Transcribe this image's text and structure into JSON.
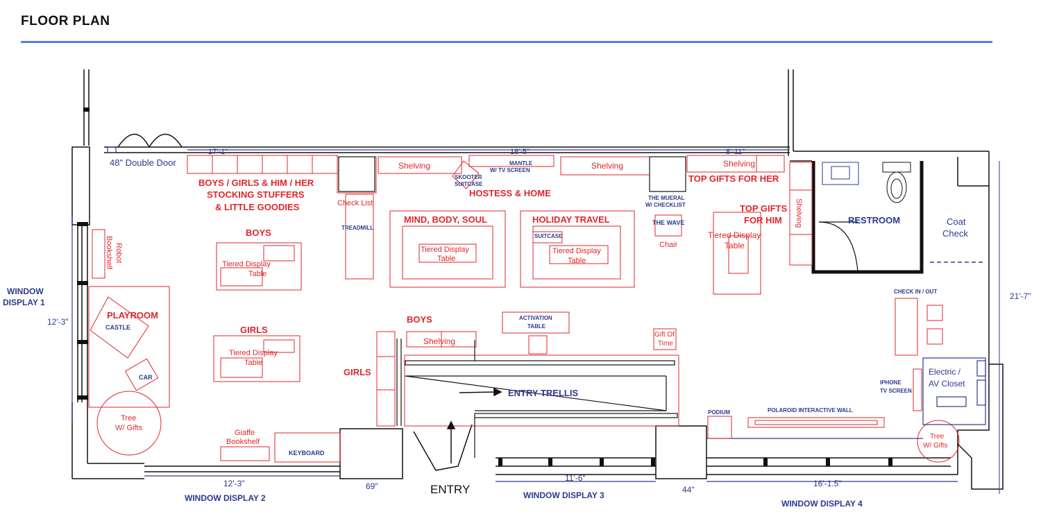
{
  "header": {
    "title": "FLOOR PLAN"
  },
  "doors": {
    "double_door": "48\" Double Door"
  },
  "dimensions": {
    "top_left": "17'-1\"",
    "top_mid": "18'-5\"",
    "top_right": "8'-11\"",
    "left_side": "12'-3\"",
    "right_side": "21'-7\"",
    "bottom_1": "12'-3\"",
    "bottom_2": "69\"",
    "bottom_3": "11'-6\"",
    "bottom_4": "44\"",
    "bottom_5": "16'-1.5\""
  },
  "windows": {
    "w1_line1": "WINDOW",
    "w1_line2": "DISPLAY 1",
    "w2": "WINDOW DISPLAY 2",
    "w3": "WINDOW DISPLAY 3",
    "w4": "WINDOW DISPLAY 4"
  },
  "sections": {
    "stocking_1": "BOYS / GIRLS & HIM / HER",
    "stocking_2": "STOCKING STUFFERS",
    "stocking_3": "& LITTLE GOODIES",
    "hostess": "HOSTESS & HOME",
    "top_gifts_her": "TOP GIFTS FOR HER",
    "top_gifts_him_1": "TOP GIFTS",
    "top_gifts_him_2": "FOR HIM",
    "boys_upper": "BOYS",
    "girls_left": "GIRLS",
    "mind_body": "MIND, BODY, SOUL",
    "holiday_travel": "HOLIDAY TRAVEL",
    "playroom": "PLAYROOM",
    "boys_lower": "BOYS",
    "girls_lower": "GIRLS",
    "restroom": "RESTROOM",
    "entry_trellis": "ENTRY TRELLIS",
    "entry": "ENTRY"
  },
  "fixtures": {
    "shelving_1": "Shelving",
    "shelving_2": "Shelving",
    "shelving_3": "Shelving",
    "shelving_vert": "Shelving",
    "shelving_lower": "Shelving",
    "skooter_1": "SKOOTER",
    "skooter_2": "SUITCASE",
    "mantle_1": "MANTLE",
    "mantle_2": "W/ TV SCREEN",
    "check_list": "Check List",
    "treadmill": "TREADMILL",
    "mueral_1": "THE MUERAL",
    "mueral_2": "W/ CHECKLIST",
    "the_wave": "THE WAVE",
    "chair": "Chair",
    "robot_1": "Robot",
    "robot_2": "Bookshelf",
    "tiered_1": "Tiered Display",
    "table": "Table",
    "suitcase": "SUITCASE",
    "castle": "CASTLE",
    "car": "CAR",
    "tree_1": "Tree",
    "tree_2": "W/ Gifts",
    "giaffe_1": "Giaffe",
    "giaffe_2": "Bookshelf",
    "keyboard": "KEYBOARD",
    "activation_1": "ACTIVATION",
    "activation_2": "TABLE",
    "gift_time_1": "Gift Of",
    "gift_time_2": "Time",
    "podium": "PODIUM",
    "polaroid": "POLAROID INTERACTIVE WALL",
    "coat_1": "Coat",
    "coat_2": "Check",
    "check_in_out": "CHECK IN / OUT",
    "electric_1": "Electric /",
    "electric_2": "AV Closet",
    "iphone_1": "IPHONE",
    "iphone_2": "TV SCREEN"
  },
  "colors": {
    "red": "#e0262b",
    "navy": "#2a3a8f",
    "rule": "#5b7fe0"
  }
}
